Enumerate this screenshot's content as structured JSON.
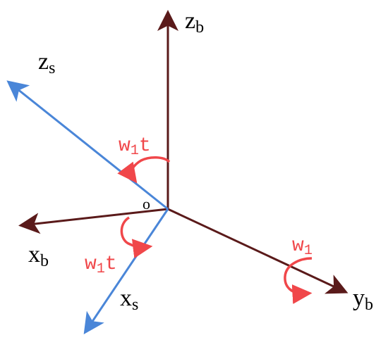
{
  "colors": {
    "body_axis": "#5a1a1a",
    "space_axis": "#4a86d8",
    "rotation": "#f0474a",
    "label": "#000000"
  },
  "labels": {
    "zb": {
      "main": "z",
      "sub": "b"
    },
    "zs": {
      "main": "z",
      "sub": "s"
    },
    "xb": {
      "main": "x",
      "sub": "b"
    },
    "xs": {
      "main": "x",
      "sub": "s"
    },
    "yb": {
      "main": "y",
      "sub": "b"
    },
    "origin": "o",
    "w1t_upper": {
      "w": "w",
      "sub": "1",
      "t": "t"
    },
    "w1t_lower": {
      "w": "w",
      "sub": "1",
      "t": "t"
    },
    "w1_right": {
      "w": "w",
      "sub": "1"
    }
  }
}
